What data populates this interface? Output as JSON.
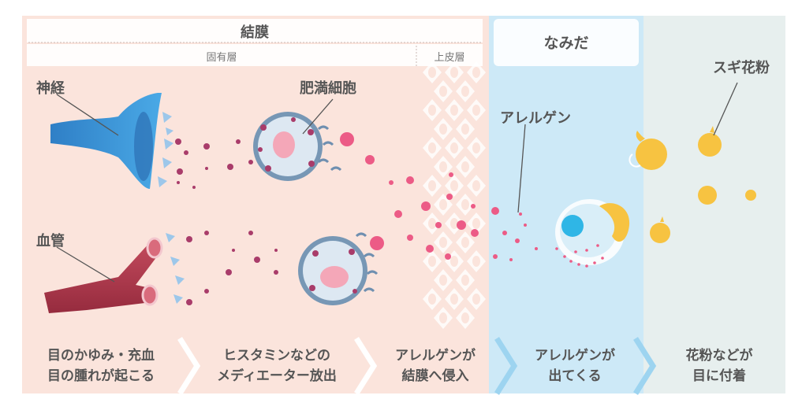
{
  "header": {
    "conjunctiva": "結膜",
    "lamina_propria": "固有層",
    "epithelium": "上皮層",
    "tears": "なみだ"
  },
  "labels": {
    "nerve": "神経",
    "mast_cell": "肥満細胞",
    "blood_vessel": "血管",
    "allergen": "アレルゲン",
    "cedar_pollen": "スギ花粉"
  },
  "steps": [
    "目のかゆみ・充血\n目の腫れが起こる",
    "ヒスタミンなどの\nメディエーター放出",
    "アレルゲンが\n結膜へ侵入",
    "アレルゲンが\n出てくる",
    "花粉などが\n目に付着"
  ],
  "colors": {
    "conjunctiva_bg": "#fbe4dc",
    "tear_bg": "#cde9f7",
    "outside_bg": "#e7efee",
    "pollen": "#f7c341",
    "allergen_dot": "#ec5b86",
    "mediator": "#a93c6a",
    "nerve": "#3d8fd1",
    "vessel": "#b23a4d",
    "mast_cell_membrane": "#7797b5"
  }
}
